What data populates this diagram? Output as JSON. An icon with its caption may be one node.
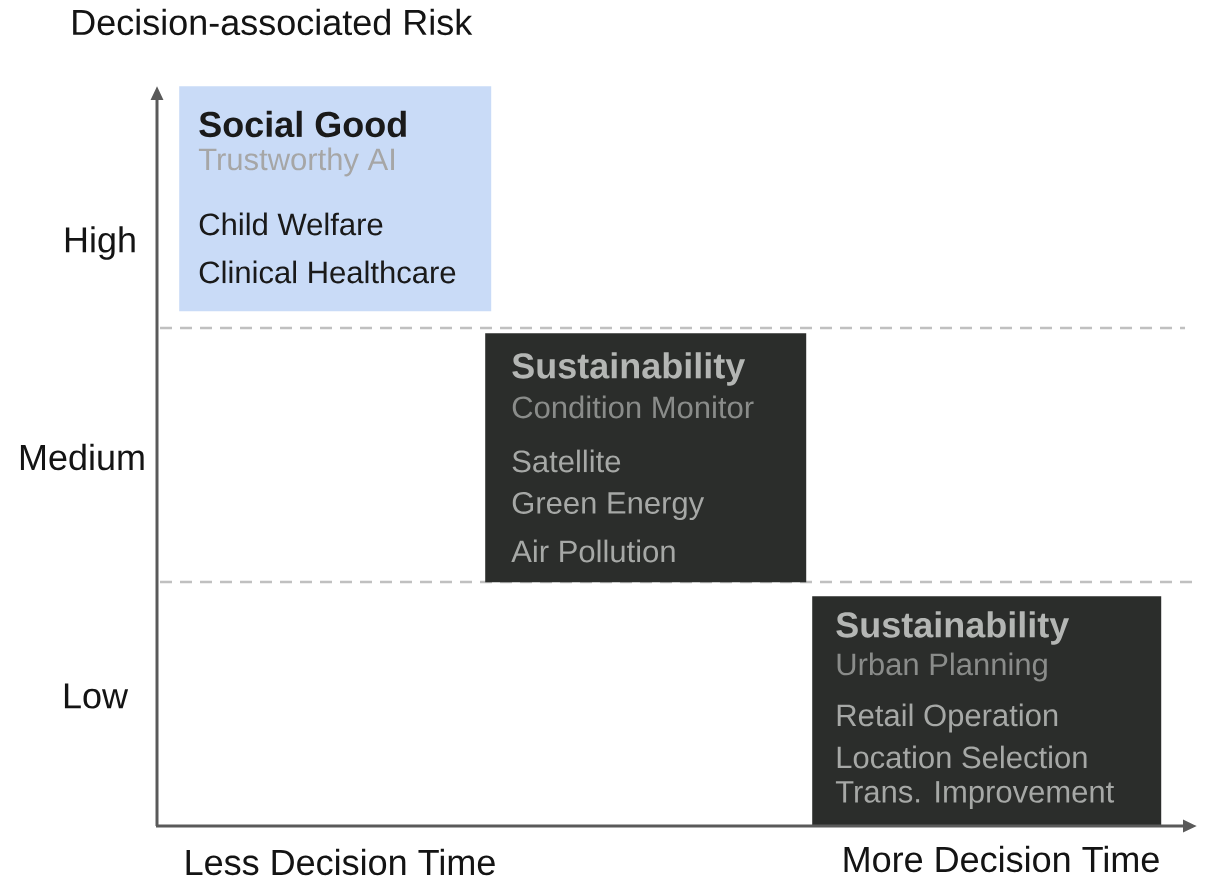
{
  "diagram": {
    "nodes": [
      {
        "text": [
          "Social Good",
          "Trustworthy AI",
          "Child Welfare",
          "Clinical Healthcare"
        ]
      },
      {
        "text": [
          "Sustainability",
          "Condition Monitor",
          "Satellite",
          "Green Energy",
          "Air Pollution"
        ]
      },
      {
        "text": [
          "Sustainability",
          "Urban Planning",
          "Retail Operation",
          "Location Selection",
          "Trans. Improvement"
        ]
      }
    ],
    "labels": [
      "Decision-associated Risk",
      "High",
      "Medium",
      "Low",
      "Less Decision Time",
      "More Decision Time"
    ]
  }
}
